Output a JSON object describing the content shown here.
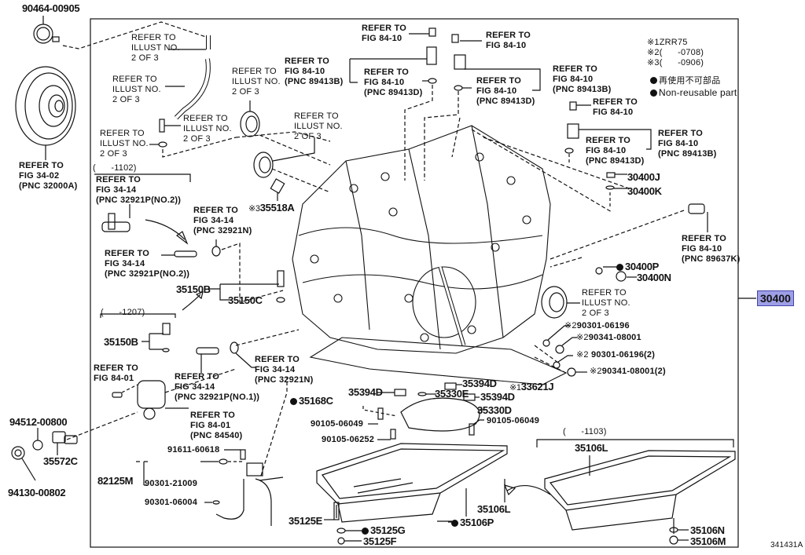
{
  "diagram": {
    "id_code": "341431A",
    "assembly_part": "30400",
    "legend": {
      "notes": [
        "※1ZRR75",
        "※2(      -0708)",
        "※3(      -0906)"
      ],
      "non_reusable_jp": "再使用不可部品",
      "non_reusable_en": "Non-reusable part"
    },
    "outside_parts": {
      "p90464": "90464-00905",
      "torque_converter": "REFER TO\nFIG 34-02\n(PNC 32000A)",
      "p94512": "94512-00800",
      "p94130": "94130-00802",
      "p35572C": "35572C"
    },
    "refs": {
      "illust_1": "REFER TO\nILLUST NO.\n2 OF 3",
      "illust_2": "REFER TO\nILLUST NO.\n2 OF 3",
      "illust_3": "REFER TO\nILLUST NO.\n2 OF 3",
      "illust_4": "REFER TO\nILLUST NO.\n2 OF 3",
      "illust_5": "REFER TO\nILLUST NO.\n2 OF 3",
      "illust_6": "REFER TO\nILLUST NO.\n2 OF 3",
      "illust_7": "REFER TO\nILLUST NO.\n2 OF 3",
      "fig8410_a": "REFER TO\nFIG 84-10",
      "fig8410_b": "REFER TO\nFIG 84-10",
      "fig8410_c": "REFER TO\nFIG 84-10\n(PNC 89413B)",
      "fig8410_d": "REFER TO\nFIG 84-10\n(PNC 89413D)",
      "fig8410_e": "REFER TO\nFIG 84-10\n(PNC 89413B)",
      "fig8410_f": "REFER TO\nFIG 84-10\n(PNC 89413D)",
      "fig8410_g": "REFER TO\nFIG 84-10",
      "fig8410_h": "REFER TO\nFIG 84-10\n(PNC 89413D)",
      "fig8410_i": "REFER TO\nFIG 84-10\n(PNC 89413B)",
      "fig8410_k": "REFER TO\nFIG 84-10\n(PNC 89637K)",
      "fig3414_a": "REFER TO\nFIG 34-14\n(PNC 32921P(NO.2))",
      "fig3414_b": "REFER TO\nFIG 34-14\n(PNC 32921N)",
      "fig3414_c": "REFER TO\nFIG 34-14\n(PNC 32921P(NO.2))",
      "fig3414_d": "REFER TO\nFIG 34-14\n(PNC 32921P(NO.1))",
      "fig3414_e": "REFER TO\nFIG 34-14\n(PNC 32921N)",
      "fig8401_a": "REFER TO\nFIG 84-01",
      "fig8401_b": "REFER TO\nFIG 84-01\n(PNC 84540)"
    },
    "date_ranges": {
      "r1102": "(      -1102)",
      "r1207": "(      -1207)",
      "r1103": "(      -1103)"
    },
    "parts": {
      "p35518A": "35518A",
      "p35518A_note": "※3",
      "p30400J": "30400J",
      "p30400K": "30400K",
      "p30400P": "30400P",
      "p30400N": "30400N",
      "p35150B_a": "35150B",
      "p35150C": "35150C",
      "p35150B_b": "35150B",
      "p90301_06196": "90301-06196",
      "p90341_08001": "90341-08001",
      "p90301_06196_2": "90301-06196(2)",
      "p90341_08001_2": "90341-08001(2)",
      "note2": "※2",
      "p33621J": "33621J",
      "note1": "※1",
      "p35394D_a": "35394D",
      "p35394D_b": "35394D",
      "p35394D_c": "35394D",
      "p35330E": "35330E",
      "p35330D": "35330D",
      "p35168C": "35168C",
      "p90105_06049_a": "90105-06049",
      "p90105_06049_b": "90105-06049",
      "p90105_06252": "90105-06252",
      "p91611_60618": "91611-60618",
      "p82125M": "82125M",
      "p90301_21009": "90301-21009",
      "p90301_06004": "90301-06004",
      "p35125E": "35125E",
      "p35125G": "35125G",
      "p35125F": "35125F",
      "p35106L_a": "35106L",
      "p35106P": "35106P",
      "p35106L_b": "35106L",
      "p35106N": "35106N",
      "p35106M": "35106M"
    }
  }
}
